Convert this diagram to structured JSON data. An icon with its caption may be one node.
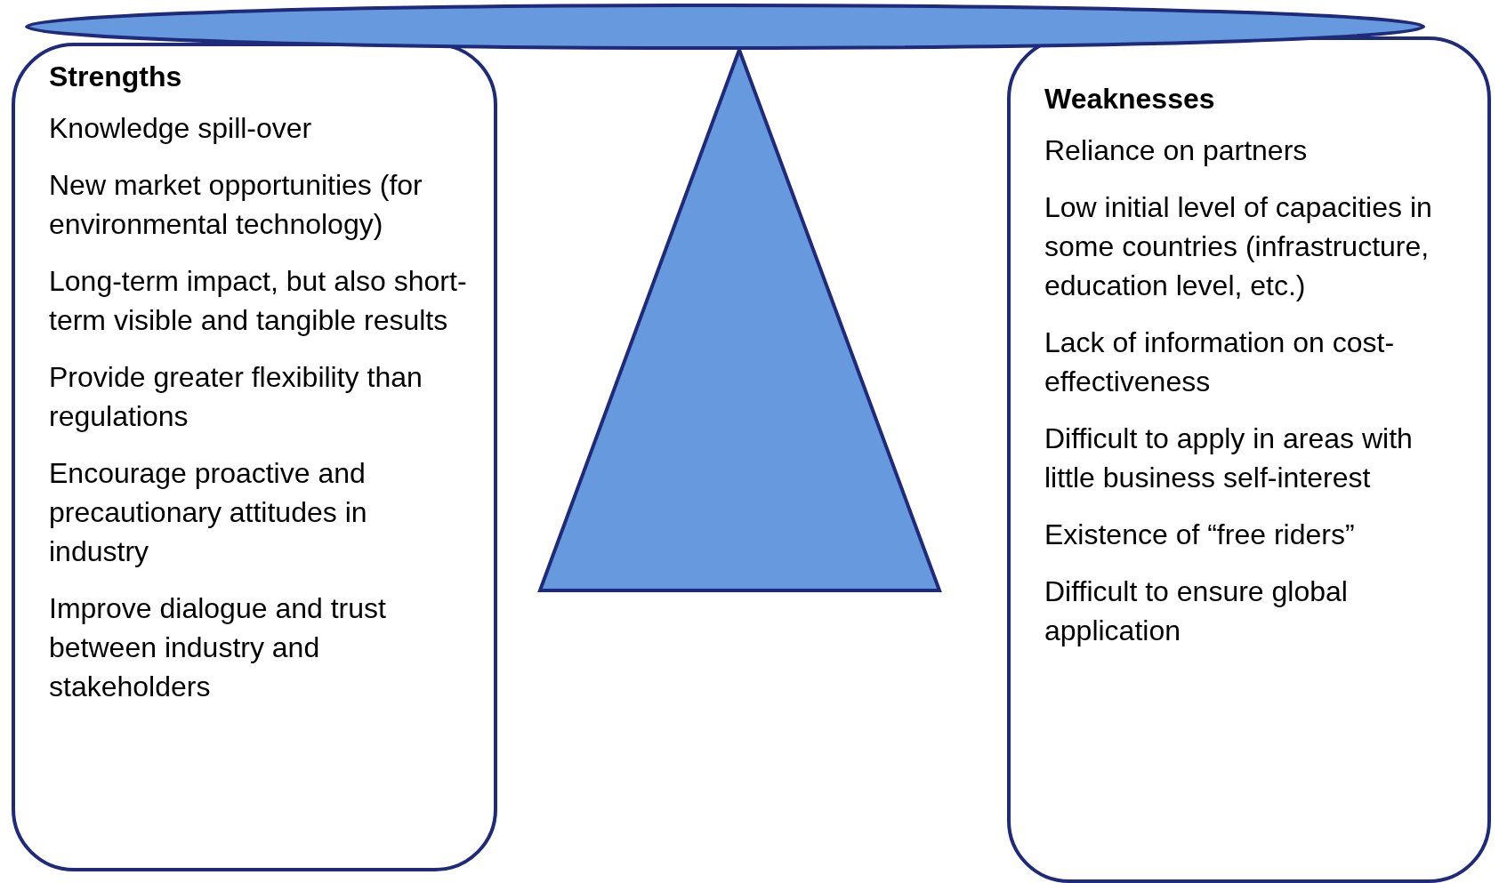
{
  "diagram": {
    "nodes": [
      {
        "text": [
          "Strengths",
          "Knowledge spill-over",
          "New market opportunities (for environmental technology)",
          "Long-term impact, but also short-term visible and tangible results",
          "Provide greater flexibility than regulations",
          "Encourage proactive and precautionary attitudes in industry",
          "Improve dialogue and trust between industry and stakeholders"
        ]
      },
      {
        "text": [
          "Weaknesses",
          "Reliance on partners",
          "Low initial level of capacities in some countries (infrastructure, education level, etc.)",
          "Lack of information on cost-effectiveness",
          "Difficult to apply in areas with little business self-interest",
          "Existence of “free riders”",
          "Difficult to ensure global application"
        ]
      }
    ],
    "edges": []
  }
}
